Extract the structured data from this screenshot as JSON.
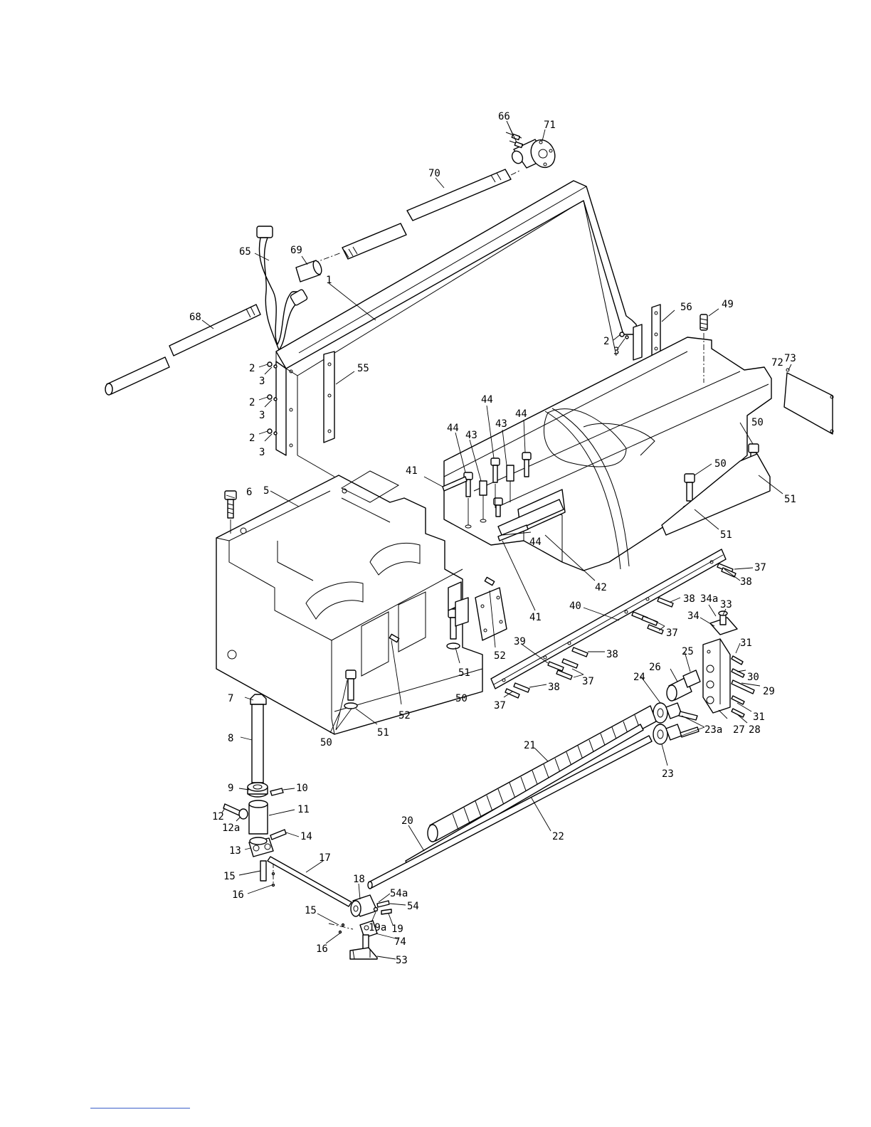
{
  "callouts": [
    {
      "id": "c66",
      "text": "66"
    },
    {
      "id": "c71",
      "text": "71"
    },
    {
      "id": "c70",
      "text": "70"
    },
    {
      "id": "c65",
      "text": "65"
    },
    {
      "id": "c69",
      "text": "69"
    },
    {
      "id": "c1",
      "text": "1"
    },
    {
      "id": "c68",
      "text": "68"
    },
    {
      "id": "c56",
      "text": "56"
    },
    {
      "id": "c49",
      "text": "49"
    },
    {
      "id": "c2a",
      "text": "2"
    },
    {
      "id": "c3a",
      "text": "3"
    },
    {
      "id": "c55",
      "text": "55"
    },
    {
      "id": "c2b",
      "text": "2"
    },
    {
      "id": "c3b",
      "text": "3"
    },
    {
      "id": "c2c",
      "text": "2"
    },
    {
      "id": "c3c",
      "text": "3"
    },
    {
      "id": "c2d",
      "text": "2"
    },
    {
      "id": "c3d",
      "text": "3"
    },
    {
      "id": "c72",
      "text": "72"
    },
    {
      "id": "c73",
      "text": "73"
    },
    {
      "id": "c44a",
      "text": "44"
    },
    {
      "id": "c44b",
      "text": "44"
    },
    {
      "id": "c44c",
      "text": "44"
    },
    {
      "id": "c43a",
      "text": "43"
    },
    {
      "id": "c43b",
      "text": "43"
    },
    {
      "id": "c41a",
      "text": "41"
    },
    {
      "id": "c50a",
      "text": "50"
    },
    {
      "id": "c50b",
      "text": "50"
    },
    {
      "id": "c51a",
      "text": "51"
    },
    {
      "id": "c51b",
      "text": "51"
    },
    {
      "id": "c6",
      "text": "6"
    },
    {
      "id": "c5",
      "text": "5"
    },
    {
      "id": "c44d",
      "text": "44"
    },
    {
      "id": "c42",
      "text": "42"
    },
    {
      "id": "c37a",
      "text": "37"
    },
    {
      "id": "c38a",
      "text": "38"
    },
    {
      "id": "c41b",
      "text": "41"
    },
    {
      "id": "c52a",
      "text": "52"
    },
    {
      "id": "c40",
      "text": "40"
    },
    {
      "id": "c38b",
      "text": "38"
    },
    {
      "id": "c34a",
      "text": "34a"
    },
    {
      "id": "c33",
      "text": "33"
    },
    {
      "id": "c34",
      "text": "34"
    },
    {
      "id": "c37b",
      "text": "37"
    },
    {
      "id": "c39",
      "text": "39"
    },
    {
      "id": "c38c",
      "text": "38"
    },
    {
      "id": "c51c",
      "text": "51"
    },
    {
      "id": "c37c",
      "text": "37"
    },
    {
      "id": "c31a",
      "text": "31"
    },
    {
      "id": "c25",
      "text": "25"
    },
    {
      "id": "c26",
      "text": "26"
    },
    {
      "id": "c30",
      "text": "30"
    },
    {
      "id": "c24",
      "text": "24"
    },
    {
      "id": "c29",
      "text": "29"
    },
    {
      "id": "c38d",
      "text": "38"
    },
    {
      "id": "c37d",
      "text": "37"
    },
    {
      "id": "c50c",
      "text": "50"
    },
    {
      "id": "c52b",
      "text": "52"
    },
    {
      "id": "c31b",
      "text": "31"
    },
    {
      "id": "c23a",
      "text": "23a"
    },
    {
      "id": "c27",
      "text": "27"
    },
    {
      "id": "c28",
      "text": "28"
    },
    {
      "id": "c7",
      "text": "7"
    },
    {
      "id": "c51d",
      "text": "51"
    },
    {
      "id": "c50d",
      "text": "50"
    },
    {
      "id": "c23",
      "text": "23"
    },
    {
      "id": "c8",
      "text": "8"
    },
    {
      "id": "c21",
      "text": "21"
    },
    {
      "id": "c9",
      "text": "9"
    },
    {
      "id": "c10",
      "text": "10"
    },
    {
      "id": "c11",
      "text": "11"
    },
    {
      "id": "c12",
      "text": "12"
    },
    {
      "id": "c12a",
      "text": "12a"
    },
    {
      "id": "c14",
      "text": "14"
    },
    {
      "id": "c22",
      "text": "22"
    },
    {
      "id": "c20",
      "text": "20"
    },
    {
      "id": "c13",
      "text": "13"
    },
    {
      "id": "c17",
      "text": "17"
    },
    {
      "id": "c15a",
      "text": "15"
    },
    {
      "id": "c16a",
      "text": "16"
    },
    {
      "id": "c18",
      "text": "18"
    },
    {
      "id": "c54a",
      "text": "54a"
    },
    {
      "id": "c54",
      "text": "54"
    },
    {
      "id": "c15b",
      "text": "15"
    },
    {
      "id": "c19a",
      "text": "19a"
    },
    {
      "id": "c19",
      "text": "19"
    },
    {
      "id": "c16b",
      "text": "16"
    },
    {
      "id": "c74",
      "text": "74"
    },
    {
      "id": "c53",
      "text": "53"
    }
  ],
  "colors": {
    "line": "#000000",
    "footer_rule": "#3a5fc8"
  }
}
